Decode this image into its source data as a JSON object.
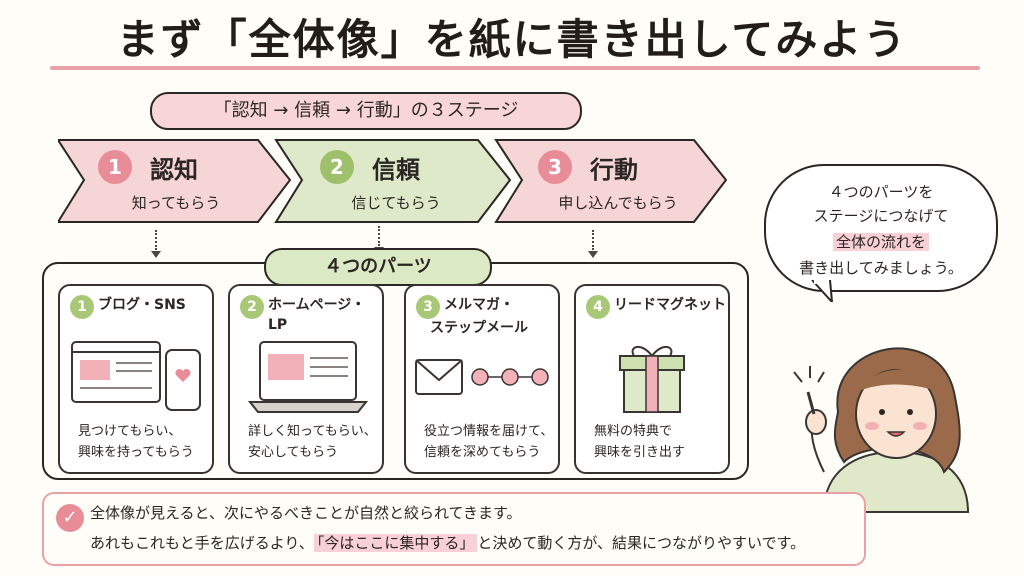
{
  "title": "まず「全体像」を紙に書き出してみよう",
  "stage_label": "「認知 → 信頼 → 行動」の３ステージ",
  "stages": [
    {
      "num": "1",
      "name": "認知",
      "sub": "知ってもらう",
      "color": "#f6d5d6",
      "num_color": "#e88d97"
    },
    {
      "num": "2",
      "name": "信頼",
      "sub": "信じてもらう",
      "color": "#dde9c9",
      "num_color": "#9fc06b"
    },
    {
      "num": "3",
      "name": "行動",
      "sub": "申し込んでもらう",
      "color": "#f6d5d6",
      "num_color": "#e88d97"
    }
  ],
  "parts_label": "４つのパーツ",
  "parts": [
    {
      "num": "1",
      "title": "ブログ・SNS",
      "desc1": "見つけてもらい、",
      "desc2": "興味を持ってもらう",
      "icon": "browser-and-phone-icon"
    },
    {
      "num": "2",
      "title": "ホームページ・LP",
      "desc1": "詳しく知ってもらい、",
      "desc2": "安心してもらう",
      "icon": "laptop-icon"
    },
    {
      "num": "3",
      "title": "メルマガ・",
      "title2": "ステップメール",
      "desc1": "役立つ情報を届けて、",
      "desc2": "信頼を深めてもらう",
      "icon": "envelope-sequence-icon"
    },
    {
      "num": "4",
      "title": "リードマグネット",
      "desc1": "無料の特典で",
      "desc2": "興味を引き出す",
      "icon": "gift-icon"
    }
  ],
  "bubble": {
    "line1": "４つのパーツを",
    "line2": "ステージにつなげて",
    "line3": "全体の流れを",
    "line4": "書き出してみましょう。"
  },
  "bottom": {
    "line1": "全体像が見えると、次にやるべきことが自然と絞られてきます。",
    "line2a": "あれもこれもと手を広げるより、",
    "line2b": "「今はここに集中する」",
    "line2c": "と決めて動く方が、結果につながりやすいです。"
  },
  "colors": {
    "pink": "#e88d97",
    "green": "#9fc06b",
    "accent_line": "#e9a1a8"
  }
}
